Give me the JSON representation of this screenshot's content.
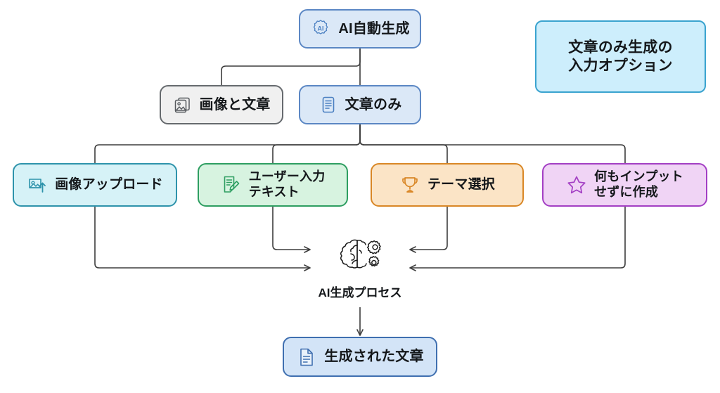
{
  "diagram": {
    "title_box": {
      "label": "文章のみ生成の\n入力オプション",
      "icon": "none",
      "fill": "#cdeefc",
      "stroke": "#3aa3cf"
    },
    "nodes": [
      {
        "id": "ai-auto-generate",
        "label": "AI自動生成",
        "icon": "ai-gear-icon",
        "fill": "#dbe8f7",
        "stroke": "#5b87c4"
      },
      {
        "id": "image-and-text",
        "label": "画像と文章",
        "icon": "images-icon",
        "fill": "#f0f0f0",
        "stroke": "#666a6e"
      },
      {
        "id": "text-only",
        "label": "文章のみ",
        "icon": "document-lines-icon",
        "fill": "#dbe8f7",
        "stroke": "#5b87c4"
      },
      {
        "id": "image-upload",
        "label": "画像アップロード",
        "icon": "image-upload-icon",
        "fill": "#d6f2f7",
        "stroke": "#2e93ab"
      },
      {
        "id": "user-input-text",
        "label": "ユーザー入力\nテキスト",
        "icon": "edit-document-icon",
        "fill": "#d7f3e0",
        "stroke": "#2e9e61"
      },
      {
        "id": "theme-selection",
        "label": "テーマ選択",
        "icon": "trophy-icon",
        "fill": "#fbe4c6",
        "stroke": "#d98726"
      },
      {
        "id": "no-input-creation",
        "label": "何もインプット\nせずに作成",
        "icon": "star-icon",
        "fill": "#f0d4f5",
        "stroke": "#a33fc4"
      },
      {
        "id": "generated-text",
        "label": "生成された文章",
        "icon": "document-icon",
        "fill": "#d3e4f7",
        "stroke": "#3f6fb0"
      }
    ],
    "process": {
      "label": "AI生成プロセス",
      "icon": "brain-gears-icon"
    },
    "edges": [
      {
        "from": "ai-auto-generate",
        "to": "image-and-text",
        "arrow": false
      },
      {
        "from": "ai-auto-generate",
        "to": "text-only",
        "arrow": false
      },
      {
        "from": "text-only",
        "to": "image-upload",
        "arrow": false
      },
      {
        "from": "text-only",
        "to": "user-input-text",
        "arrow": false
      },
      {
        "from": "text-only",
        "to": "theme-selection",
        "arrow": false
      },
      {
        "from": "text-only",
        "to": "no-input-creation",
        "arrow": false
      },
      {
        "from": "image-upload",
        "to": "ai-generation-process",
        "arrow": true
      },
      {
        "from": "user-input-text",
        "to": "ai-generation-process",
        "arrow": true
      },
      {
        "from": "theme-selection",
        "to": "ai-generation-process",
        "arrow": true
      },
      {
        "from": "no-input-creation",
        "to": "ai-generation-process",
        "arrow": true
      },
      {
        "from": "ai-generation-process",
        "to": "generated-text",
        "arrow": true
      }
    ],
    "line_color": "#3d3d3d",
    "background": "#ffffff"
  }
}
